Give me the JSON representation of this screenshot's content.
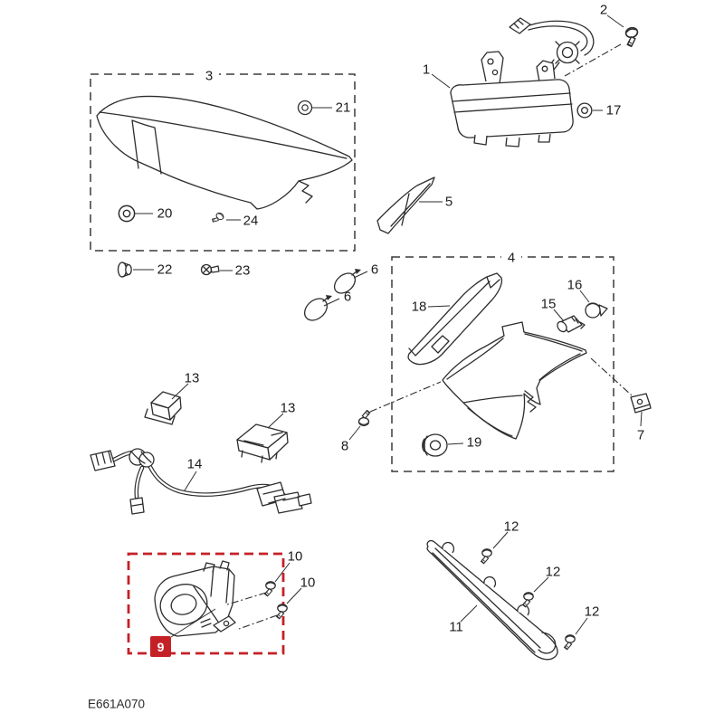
{
  "diagram": {
    "code": "E661A070",
    "colors": {
      "highlight": "#c42127",
      "line": "#2d2d2d",
      "text": "#1d1d1d",
      "background": "#ffffff"
    },
    "callouts": {
      "n1": "1",
      "n2": "2",
      "n3": "3",
      "n4": "4",
      "n5": "5",
      "n6": "6",
      "n7": "7",
      "n8": "8",
      "n9": "9",
      "n10": "10",
      "n11": "11",
      "n12": "12",
      "n13": "13",
      "n14": "14",
      "n15": "15",
      "n16": "16",
      "n17": "17",
      "n18": "18",
      "n19": "19",
      "n20": "20",
      "n21": "21",
      "n22": "22",
      "n23": "23",
      "n24": "24"
    }
  }
}
